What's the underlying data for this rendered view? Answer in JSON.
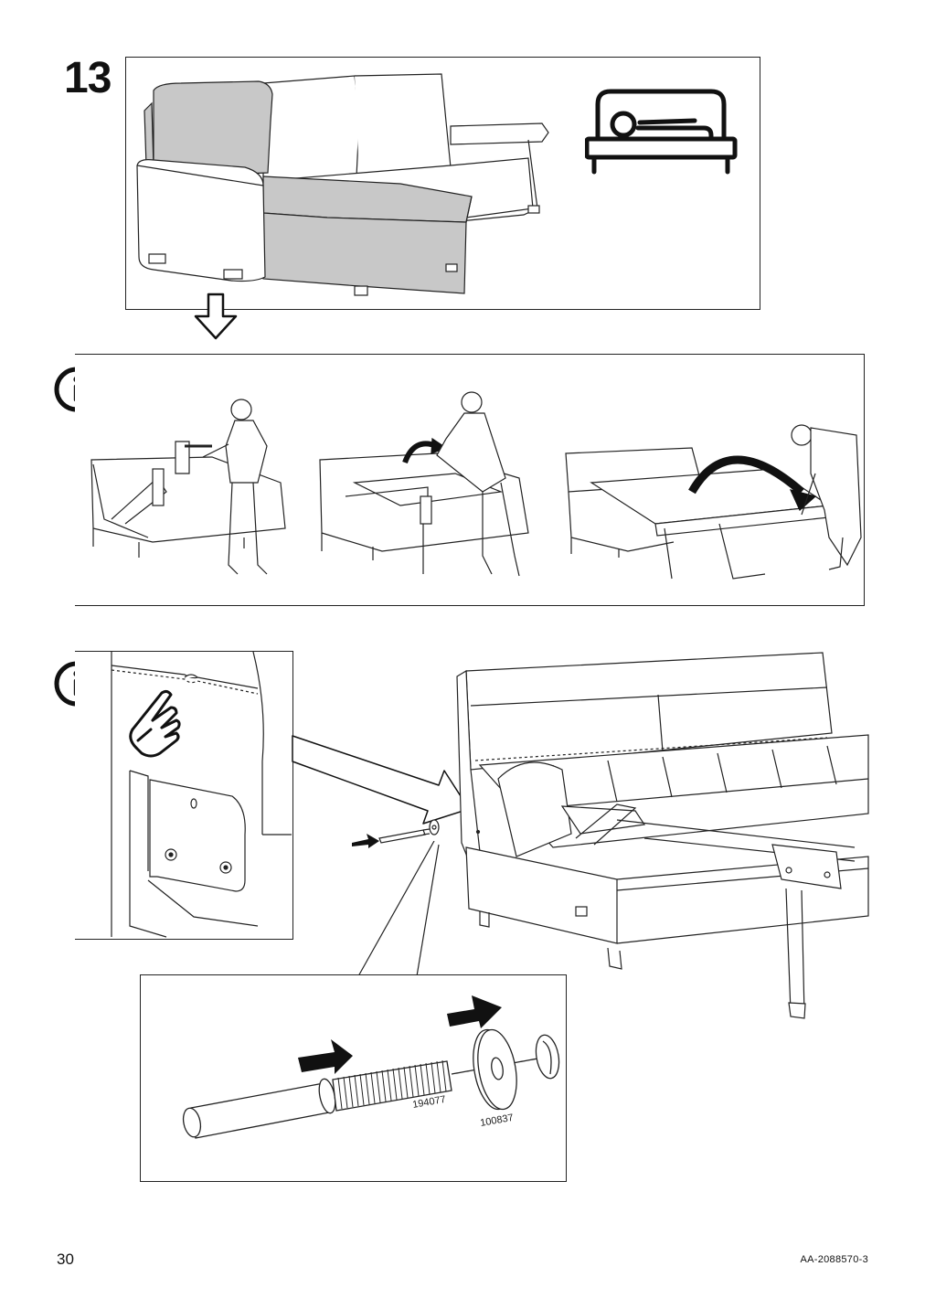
{
  "step": {
    "number": "13"
  },
  "parts": [
    {
      "id": "194077"
    },
    {
      "id": "100837"
    }
  ],
  "footer": {
    "page_number": "30",
    "doc_code": "AA-2088570-3"
  },
  "icons": {
    "info": "info-circle-icon",
    "bed": "bed-icon",
    "arrow_down": "arrow-down-icon",
    "push_arrow": "push-arrow-icon",
    "finger_press": "finger-press-icon"
  },
  "colors": {
    "highlight_grey": "#c8c8c8",
    "line": "#222222"
  }
}
